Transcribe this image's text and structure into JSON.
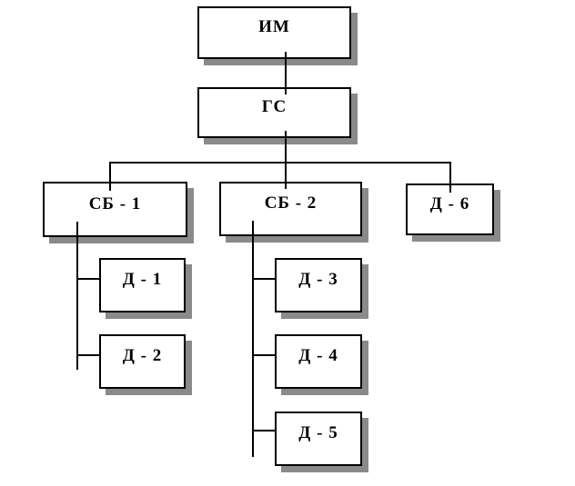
{
  "diagram": {
    "type": "org-chart",
    "nodes": [
      {
        "id": "im",
        "label": "ИМ",
        "parent": null
      },
      {
        "id": "gs",
        "label": "ГС",
        "parent": "im"
      },
      {
        "id": "sb1",
        "label": "СБ - 1",
        "parent": "gs"
      },
      {
        "id": "sb2",
        "label": "СБ - 2",
        "parent": "gs"
      },
      {
        "id": "d6",
        "label": "Д - 6",
        "parent": "gs"
      },
      {
        "id": "d1",
        "label": "Д - 1",
        "parent": "sb1"
      },
      {
        "id": "d2",
        "label": "Д - 2",
        "parent": "sb1"
      },
      {
        "id": "d3",
        "label": "Д - 3",
        "parent": "sb2"
      },
      {
        "id": "d4",
        "label": "Д - 4",
        "parent": "sb2"
      },
      {
        "id": "d5",
        "label": "Д - 5",
        "parent": "sb2"
      }
    ],
    "colors": {
      "background": "#ffffff",
      "box_fill": "#ffffff",
      "box_border": "#000000",
      "connector": "#000000",
      "shadow": "#8a8a8a"
    }
  }
}
